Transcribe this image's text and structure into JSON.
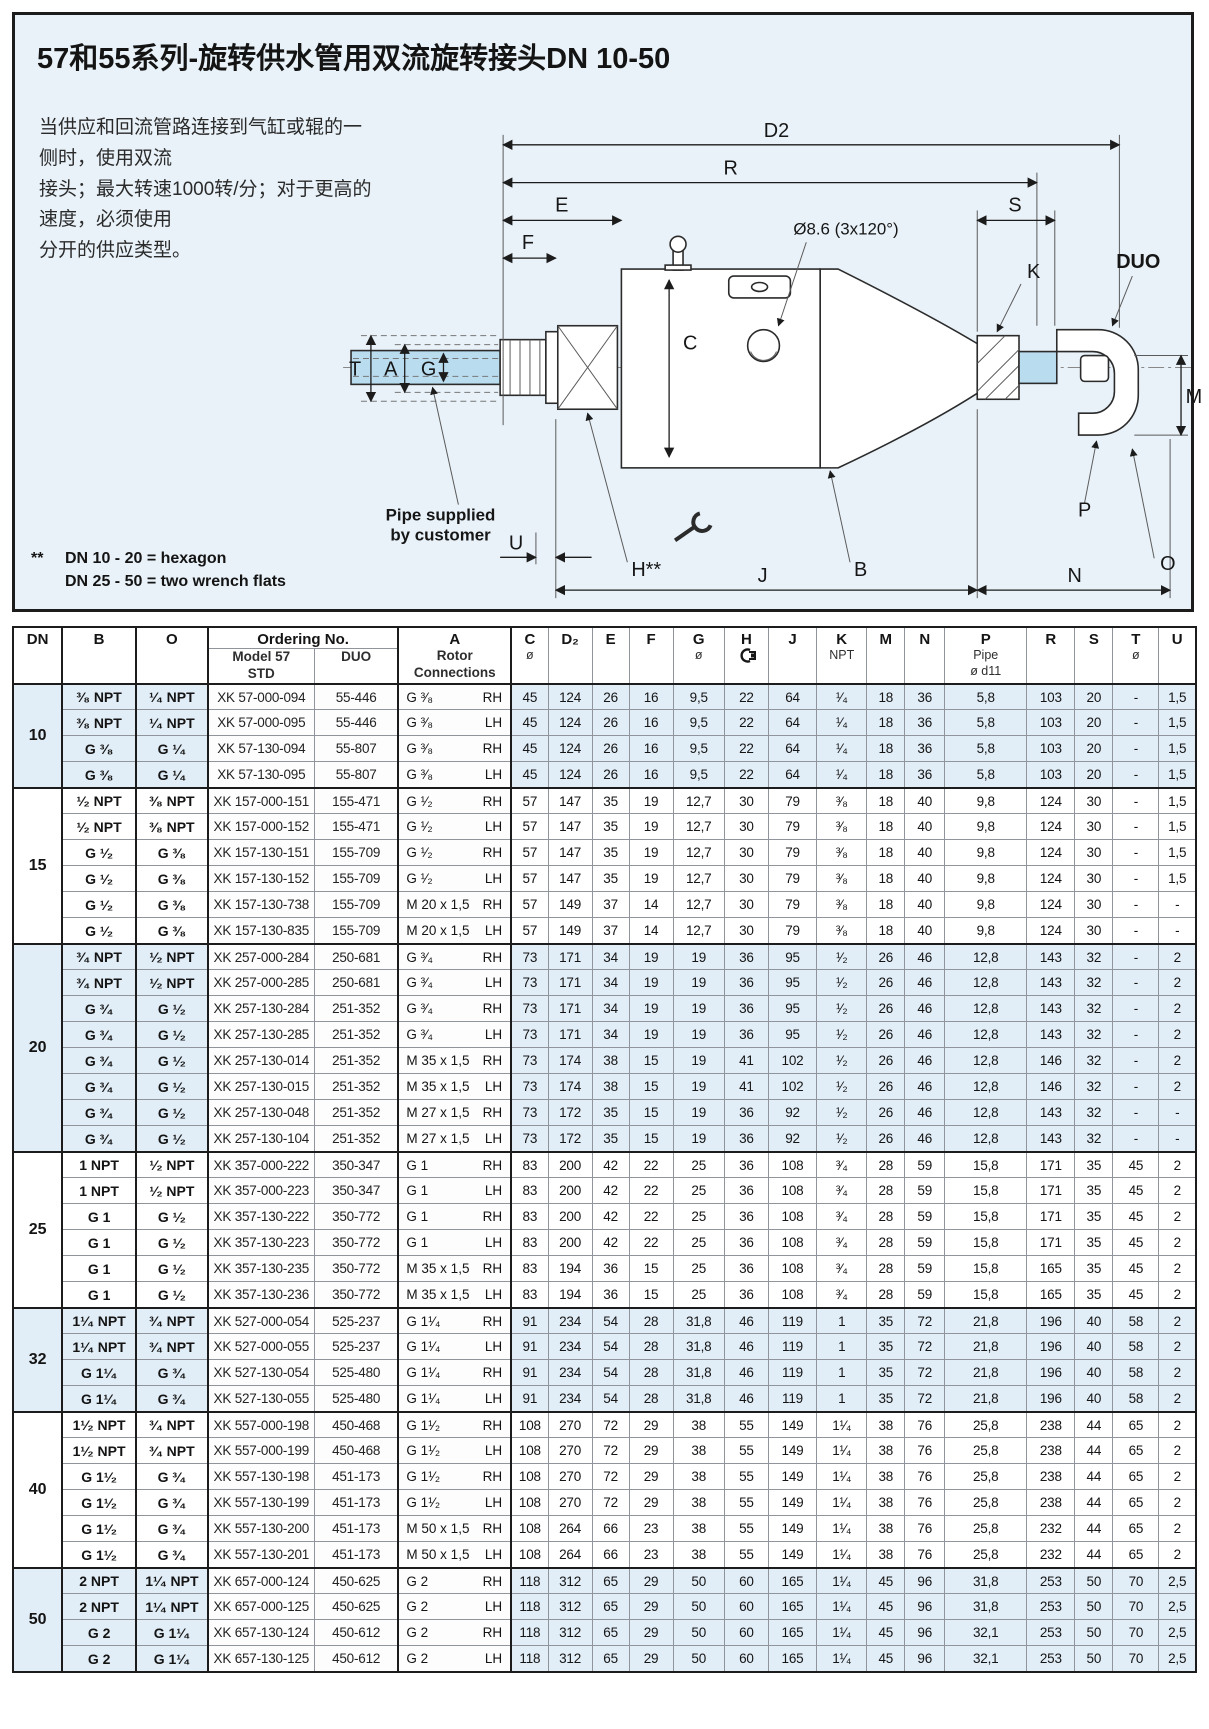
{
  "page": {
    "title": "57和55系列-旋转供水管用双流旋转接头DN 10-50",
    "intro_line1": "当供应和回流管路连接到气缸或辊的一侧时，使用双流",
    "intro_line2": "接头；最大转速1000转/分；对于更高的速度，必须使用",
    "intro_line3": "分开的供应类型。",
    "footnote_marker": "**",
    "footnote_line1": "DN 10 - 20 = hexagon",
    "footnote_line2": "DN 25 - 50 = two wrench flats"
  },
  "diagram": {
    "labels": {
      "d2": "D2",
      "r": "R",
      "e": "E",
      "f": "F",
      "s": "S",
      "c": "C",
      "t": "T",
      "a": "A",
      "g": "G",
      "k": "K",
      "duo": "DUO",
      "m": "M",
      "p": "P",
      "o": "O",
      "b": "B",
      "n": "N",
      "j": "J",
      "u": "U",
      "h": "H**",
      "hole": "Ø8.6 (3x120°)",
      "pipe_note_1": "Pipe supplied",
      "pipe_note_2": "by customer"
    }
  },
  "table": {
    "headers": {
      "dn": "DN",
      "b": "B",
      "o": "O",
      "ordering": "Ordering No.",
      "model57_1": "Model 57",
      "model57_2": "STD",
      "duo": "DUO",
      "a": "A",
      "rotor1": "Rotor",
      "rotor2": "Connections",
      "c": "C",
      "dia": "ø",
      "d2": "D₂",
      "e": "E",
      "f": "F",
      "g": "G",
      "h": "H",
      "j": "J",
      "k": "K",
      "npt": "NPT",
      "m": "M",
      "n": "N",
      "p": "P",
      "pipe1": "Pipe",
      "pipe2": "ø d11",
      "r": "R",
      "s": "S",
      "t": "T",
      "u": "U"
    },
    "groups": [
      {
        "dn": "10",
        "shade": true,
        "rows": [
          [
            "³⁄₈ NPT",
            "¹⁄₄ NPT",
            "XK 57-000-094",
            "55-446",
            "G ³⁄₈",
            "RH",
            "45",
            "124",
            "26",
            "16",
            "9,5",
            "22",
            "64",
            "¹⁄₄",
            "18",
            "36",
            "5,8",
            "103",
            "20",
            "-",
            "1,5"
          ],
          [
            "³⁄₈ NPT",
            "¹⁄₄ NPT",
            "XK 57-000-095",
            "55-446",
            "G ³⁄₈",
            "LH",
            "45",
            "124",
            "26",
            "16",
            "9,5",
            "22",
            "64",
            "¹⁄₄",
            "18",
            "36",
            "5,8",
            "103",
            "20",
            "-",
            "1,5"
          ],
          [
            "G ³⁄₈",
            "G ¹⁄₄",
            "XK 57-130-094",
            "55-807",
            "G ³⁄₈",
            "RH",
            "45",
            "124",
            "26",
            "16",
            "9,5",
            "22",
            "64",
            "¹⁄₄",
            "18",
            "36",
            "5,8",
            "103",
            "20",
            "-",
            "1,5"
          ],
          [
            "G ³⁄₈",
            "G ¹⁄₄",
            "XK 57-130-095",
            "55-807",
            "G ³⁄₈",
            "LH",
            "45",
            "124",
            "26",
            "16",
            "9,5",
            "22",
            "64",
            "¹⁄₄",
            "18",
            "36",
            "5,8",
            "103",
            "20",
            "-",
            "1,5"
          ]
        ]
      },
      {
        "dn": "15",
        "shade": false,
        "rows": [
          [
            "¹⁄₂ NPT",
            "³⁄₈ NPT",
            "XK 157-000-151",
            "155-471",
            "G ¹⁄₂",
            "RH",
            "57",
            "147",
            "35",
            "19",
            "12,7",
            "30",
            "79",
            "³⁄₈",
            "18",
            "40",
            "9,8",
            "124",
            "30",
            "-",
            "1,5"
          ],
          [
            "¹⁄₂ NPT",
            "³⁄₈ NPT",
            "XK 157-000-152",
            "155-471",
            "G ¹⁄₂",
            "LH",
            "57",
            "147",
            "35",
            "19",
            "12,7",
            "30",
            "79",
            "³⁄₈",
            "18",
            "40",
            "9,8",
            "124",
            "30",
            "-",
            "1,5"
          ],
          [
            "G ¹⁄₂",
            "G ³⁄₈",
            "XK 157-130-151",
            "155-709",
            "G ¹⁄₂",
            "RH",
            "57",
            "147",
            "35",
            "19",
            "12,7",
            "30",
            "79",
            "³⁄₈",
            "18",
            "40",
            "9,8",
            "124",
            "30",
            "-",
            "1,5"
          ],
          [
            "G ¹⁄₂",
            "G ³⁄₈",
            "XK 157-130-152",
            "155-709",
            "G ¹⁄₂",
            "LH",
            "57",
            "147",
            "35",
            "19",
            "12,7",
            "30",
            "79",
            "³⁄₈",
            "18",
            "40",
            "9,8",
            "124",
            "30",
            "-",
            "1,5"
          ],
          [
            "G ¹⁄₂",
            "G ³⁄₈",
            "XK 157-130-738",
            "155-709",
            "M 20 x 1,5",
            "RH",
            "57",
            "149",
            "37",
            "14",
            "12,7",
            "30",
            "79",
            "³⁄₈",
            "18",
            "40",
            "9,8",
            "124",
            "30",
            "-",
            "-"
          ],
          [
            "G ¹⁄₂",
            "G ³⁄₈",
            "XK 157-130-835",
            "155-709",
            "M 20 x 1,5",
            "LH",
            "57",
            "149",
            "37",
            "14",
            "12,7",
            "30",
            "79",
            "³⁄₈",
            "18",
            "40",
            "9,8",
            "124",
            "30",
            "-",
            "-"
          ]
        ]
      },
      {
        "dn": "20",
        "shade": true,
        "rows": [
          [
            "³⁄₄ NPT",
            "¹⁄₂ NPT",
            "XK 257-000-284",
            "250-681",
            "G ³⁄₄",
            "RH",
            "73",
            "171",
            "34",
            "19",
            "19",
            "36",
            "95",
            "¹⁄₂",
            "26",
            "46",
            "12,8",
            "143",
            "32",
            "-",
            "2"
          ],
          [
            "³⁄₄ NPT",
            "¹⁄₂ NPT",
            "XK 257-000-285",
            "250-681",
            "G ³⁄₄",
            "LH",
            "73",
            "171",
            "34",
            "19",
            "19",
            "36",
            "95",
            "¹⁄₂",
            "26",
            "46",
            "12,8",
            "143",
            "32",
            "-",
            "2"
          ],
          [
            "G ³⁄₄",
            "G ¹⁄₂",
            "XK 257-130-284",
            "251-352",
            "G ³⁄₄",
            "RH",
            "73",
            "171",
            "34",
            "19",
            "19",
            "36",
            "95",
            "¹⁄₂",
            "26",
            "46",
            "12,8",
            "143",
            "32",
            "-",
            "2"
          ],
          [
            "G ³⁄₄",
            "G ¹⁄₂",
            "XK 257-130-285",
            "251-352",
            "G ³⁄₄",
            "LH",
            "73",
            "171",
            "34",
            "19",
            "19",
            "36",
            "95",
            "¹⁄₂",
            "26",
            "46",
            "12,8",
            "143",
            "32",
            "-",
            "2"
          ],
          [
            "G ³⁄₄",
            "G ¹⁄₂",
            "XK 257-130-014",
            "251-352",
            "M 35 x 1,5",
            "RH",
            "73",
            "174",
            "38",
            "15",
            "19",
            "41",
            "102",
            "¹⁄₂",
            "26",
            "46",
            "12,8",
            "146",
            "32",
            "-",
            "2"
          ],
          [
            "G ³⁄₄",
            "G ¹⁄₂",
            "XK 257-130-015",
            "251-352",
            "M 35 x 1,5",
            "LH",
            "73",
            "174",
            "38",
            "15",
            "19",
            "41",
            "102",
            "¹⁄₂",
            "26",
            "46",
            "12,8",
            "146",
            "32",
            "-",
            "2"
          ],
          [
            "G ³⁄₄",
            "G ¹⁄₂",
            "XK 257-130-048",
            "251-352",
            "M 27 x 1,5",
            "RH",
            "73",
            "172",
            "35",
            "15",
            "19",
            "36",
            "92",
            "¹⁄₂",
            "26",
            "46",
            "12,8",
            "143",
            "32",
            "-",
            "-"
          ],
          [
            "G ³⁄₄",
            "G ¹⁄₂",
            "XK 257-130-104",
            "251-352",
            "M 27 x 1,5",
            "LH",
            "73",
            "172",
            "35",
            "15",
            "19",
            "36",
            "92",
            "¹⁄₂",
            "26",
            "46",
            "12,8",
            "143",
            "32",
            "-",
            "-"
          ]
        ]
      },
      {
        "dn": "25",
        "shade": false,
        "rows": [
          [
            "1 NPT",
            "¹⁄₂ NPT",
            "XK 357-000-222",
            "350-347",
            "G 1",
            "RH",
            "83",
            "200",
            "42",
            "22",
            "25",
            "36",
            "108",
            "³⁄₄",
            "28",
            "59",
            "15,8",
            "171",
            "35",
            "45",
            "2"
          ],
          [
            "1 NPT",
            "¹⁄₂ NPT",
            "XK 357-000-223",
            "350-347",
            "G 1",
            "LH",
            "83",
            "200",
            "42",
            "22",
            "25",
            "36",
            "108",
            "³⁄₄",
            "28",
            "59",
            "15,8",
            "171",
            "35",
            "45",
            "2"
          ],
          [
            "G 1",
            "G ¹⁄₂",
            "XK 357-130-222",
            "350-772",
            "G 1",
            "RH",
            "83",
            "200",
            "42",
            "22",
            "25",
            "36",
            "108",
            "³⁄₄",
            "28",
            "59",
            "15,8",
            "171",
            "35",
            "45",
            "2"
          ],
          [
            "G 1",
            "G ¹⁄₂",
            "XK 357-130-223",
            "350-772",
            "G 1",
            "LH",
            "83",
            "200",
            "42",
            "22",
            "25",
            "36",
            "108",
            "³⁄₄",
            "28",
            "59",
            "15,8",
            "171",
            "35",
            "45",
            "2"
          ],
          [
            "G 1",
            "G ¹⁄₂",
            "XK 357-130-235",
            "350-772",
            "M 35 x 1,5",
            "RH",
            "83",
            "194",
            "36",
            "15",
            "25",
            "36",
            "108",
            "³⁄₄",
            "28",
            "59",
            "15,8",
            "165",
            "35",
            "45",
            "2"
          ],
          [
            "G 1",
            "G ¹⁄₂",
            "XK 357-130-236",
            "350-772",
            "M 35 x 1,5",
            "LH",
            "83",
            "194",
            "36",
            "15",
            "25",
            "36",
            "108",
            "³⁄₄",
            "28",
            "59",
            "15,8",
            "165",
            "35",
            "45",
            "2"
          ]
        ]
      },
      {
        "dn": "32",
        "shade": true,
        "rows": [
          [
            "1¹⁄₄ NPT",
            "³⁄₄ NPT",
            "XK 527-000-054",
            "525-237",
            "G 1¹⁄₄",
            "RH",
            "91",
            "234",
            "54",
            "28",
            "31,8",
            "46",
            "119",
            "1",
            "35",
            "72",
            "21,8",
            "196",
            "40",
            "58",
            "2"
          ],
          [
            "1¹⁄₄ NPT",
            "³⁄₄ NPT",
            "XK 527-000-055",
            "525-237",
            "G 1¹⁄₄",
            "LH",
            "91",
            "234",
            "54",
            "28",
            "31,8",
            "46",
            "119",
            "1",
            "35",
            "72",
            "21,8",
            "196",
            "40",
            "58",
            "2"
          ],
          [
            "G 1¹⁄₄",
            "G ³⁄₄",
            "XK 527-130-054",
            "525-480",
            "G 1¹⁄₄",
            "RH",
            "91",
            "234",
            "54",
            "28",
            "31,8",
            "46",
            "119",
            "1",
            "35",
            "72",
            "21,8",
            "196",
            "40",
            "58",
            "2"
          ],
          [
            "G 1¹⁄₄",
            "G ³⁄₄",
            "XK 527-130-055",
            "525-480",
            "G 1¹⁄₄",
            "LH",
            "91",
            "234",
            "54",
            "28",
            "31,8",
            "46",
            "119",
            "1",
            "35",
            "72",
            "21,8",
            "196",
            "40",
            "58",
            "2"
          ]
        ]
      },
      {
        "dn": "40",
        "shade": false,
        "rows": [
          [
            "1¹⁄₂ NPT",
            "³⁄₄ NPT",
            "XK 557-000-198",
            "450-468",
            "G 1¹⁄₂",
            "RH",
            "108",
            "270",
            "72",
            "29",
            "38",
            "55",
            "149",
            "1¹⁄₄",
            "38",
            "76",
            "25,8",
            "238",
            "44",
            "65",
            "2"
          ],
          [
            "1¹⁄₂ NPT",
            "³⁄₄ NPT",
            "XK 557-000-199",
            "450-468",
            "G 1¹⁄₂",
            "LH",
            "108",
            "270",
            "72",
            "29",
            "38",
            "55",
            "149",
            "1¹⁄₄",
            "38",
            "76",
            "25,8",
            "238",
            "44",
            "65",
            "2"
          ],
          [
            "G 1¹⁄₂",
            "G ³⁄₄",
            "XK 557-130-198",
            "451-173",
            "G 1¹⁄₂",
            "RH",
            "108",
            "270",
            "72",
            "29",
            "38",
            "55",
            "149",
            "1¹⁄₄",
            "38",
            "76",
            "25,8",
            "238",
            "44",
            "65",
            "2"
          ],
          [
            "G 1¹⁄₂",
            "G ³⁄₄",
            "XK 557-130-199",
            "451-173",
            "G 1¹⁄₂",
            "LH",
            "108",
            "270",
            "72",
            "29",
            "38",
            "55",
            "149",
            "1¹⁄₄",
            "38",
            "76",
            "25,8",
            "238",
            "44",
            "65",
            "2"
          ],
          [
            "G 1¹⁄₂",
            "G ³⁄₄",
            "XK 557-130-200",
            "451-173",
            "M 50 x 1,5",
            "RH",
            "108",
            "264",
            "66",
            "23",
            "38",
            "55",
            "149",
            "1¹⁄₄",
            "38",
            "76",
            "25,8",
            "232",
            "44",
            "65",
            "2"
          ],
          [
            "G 1¹⁄₂",
            "G ³⁄₄",
            "XK 557-130-201",
            "451-173",
            "M 50 x 1,5",
            "LH",
            "108",
            "264",
            "66",
            "23",
            "38",
            "55",
            "149",
            "1¹⁄₄",
            "38",
            "76",
            "25,8",
            "232",
            "44",
            "65",
            "2"
          ]
        ]
      },
      {
        "dn": "50",
        "shade": true,
        "rows": [
          [
            "2 NPT",
            "1¹⁄₄ NPT",
            "XK 657-000-124",
            "450-625",
            "G 2",
            "RH",
            "118",
            "312",
            "65",
            "29",
            "50",
            "60",
            "165",
            "1¹⁄₄",
            "45",
            "96",
            "31,8",
            "253",
            "50",
            "70",
            "2,5"
          ],
          [
            "2 NPT",
            "1¹⁄₄ NPT",
            "XK 657-000-125",
            "450-625",
            "G 2",
            "LH",
            "118",
            "312",
            "65",
            "29",
            "50",
            "60",
            "165",
            "1¹⁄₄",
            "45",
            "96",
            "31,8",
            "253",
            "50",
            "70",
            "2,5"
          ],
          [
            "G 2",
            "G 1¹⁄₄",
            "XK 657-130-124",
            "450-612",
            "G 2",
            "RH",
            "118",
            "312",
            "65",
            "29",
            "50",
            "60",
            "165",
            "1¹⁄₄",
            "45",
            "96",
            "32,1",
            "253",
            "50",
            "70",
            "2,5"
          ],
          [
            "G 2",
            "G 1¹⁄₄",
            "XK 657-130-125",
            "450-612",
            "G 2",
            "LH",
            "118",
            "312",
            "65",
            "29",
            "50",
            "60",
            "165",
            "1¹⁄₄",
            "45",
            "96",
            "32,1",
            "253",
            "50",
            "70",
            "2,5"
          ]
        ]
      }
    ]
  }
}
